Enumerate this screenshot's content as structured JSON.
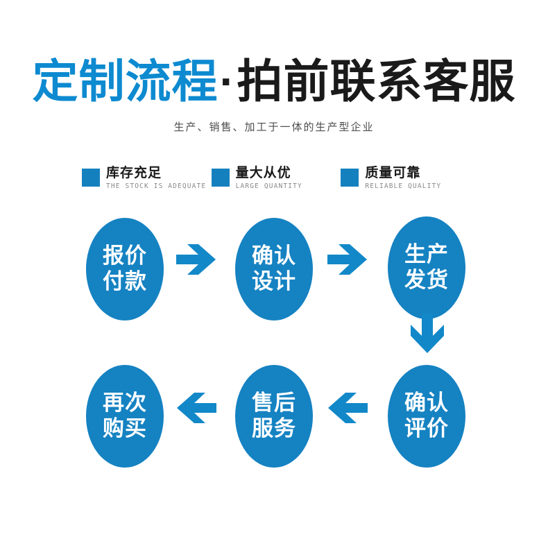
{
  "header": {
    "title_blue": "定制流程",
    "title_dot": "·",
    "title_dark": "拍前联系客服",
    "subtitle": "生产、销售、加工于一体的生产型企业"
  },
  "badges": [
    {
      "cn": "库存充足",
      "en": "THE STOCK IS ADEQUATE",
      "icon": "blue-square-icon"
    },
    {
      "cn": "量大从优",
      "en": "LARGE QUANTITY",
      "icon": "blue-square-icon"
    },
    {
      "cn": "质量可靠",
      "en": "RELIABLE QUALITY",
      "icon": "blue-square-icon"
    }
  ],
  "flow": {
    "nodes": [
      {
        "line1": "报价",
        "line2": "付款"
      },
      {
        "line1": "确认",
        "line2": "设计"
      },
      {
        "line1": "生产",
        "line2": "发货"
      },
      {
        "line1": "确认",
        "line2": "评价"
      },
      {
        "line1": "售后",
        "line2": "服务"
      },
      {
        "line1": "再次",
        "line2": "购买"
      }
    ],
    "arrows": [
      {
        "name": "arrow-right-icon",
        "direction": "right"
      },
      {
        "name": "arrow-right-icon",
        "direction": "right"
      },
      {
        "name": "arrow-down-icon",
        "direction": "down"
      },
      {
        "name": "arrow-left-icon",
        "direction": "left"
      },
      {
        "name": "arrow-left-icon",
        "direction": "left"
      }
    ]
  },
  "colors": {
    "title_blue": "#0d8ad0",
    "title_dark": "#1a1a1a",
    "badge_square": "#1580be",
    "circle_blue": "#1582c2",
    "arrow_blue": "#1288c8",
    "subtitle_gray": "#4d4d4d",
    "badge_en_gray": "#8a8a8a",
    "background": "#ffffff"
  }
}
